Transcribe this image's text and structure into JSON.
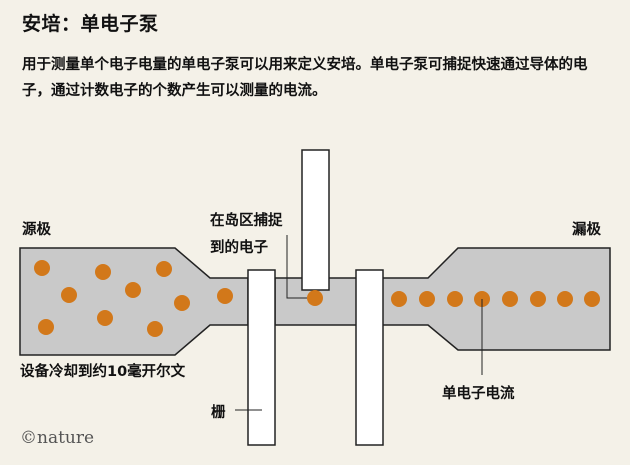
{
  "title": "安培：单电子泵",
  "description": "用于测量单个电子电量的单电子泵可以用来定义安培。单电子泵可捕捉快速通过导体的电子，通过计数电子的个数产生可以测量的电流。",
  "labels": {
    "source": "源极",
    "drain": "漏极",
    "island_line1": "在岛区捕捉",
    "island_line2": "到的电子",
    "cooling": "设备冷却到约10毫开尔文",
    "gate": "栅",
    "current": "单电子电流"
  },
  "logo": "©nature",
  "colors": {
    "background": "#f4f1e8",
    "device": "#c9c9c9",
    "outline": "#222222",
    "electron": "#d2781a",
    "gate_fill": "#ffffff"
  }
}
